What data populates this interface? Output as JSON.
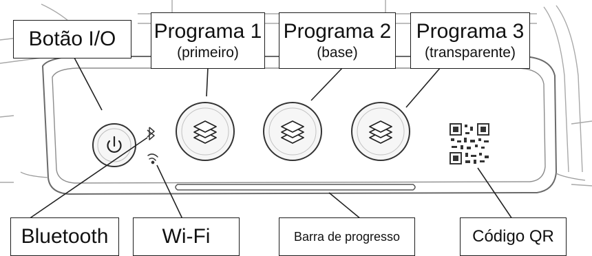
{
  "labels": {
    "power_button": "Botão I/O",
    "program1": {
      "title": "Programa 1",
      "subtitle": "(primeiro)"
    },
    "program2": {
      "title": "Programa 2",
      "subtitle": "(base)"
    },
    "program3": {
      "title": "Programa 3",
      "subtitle": "(transparente)"
    },
    "bluetooth": "Bluetooth",
    "wifi": "Wi-Fi",
    "progress_bar": "Barra de progresso",
    "qr_code": "Código QR"
  },
  "colors": {
    "outline": "#1a1a1a",
    "housing_line": "#9a9a9a",
    "button_face": "#f6f6f6"
  },
  "icons": [
    "power-icon",
    "bluetooth-icon",
    "wifi-icon",
    "layers-icon",
    "qr-code-icon"
  ]
}
